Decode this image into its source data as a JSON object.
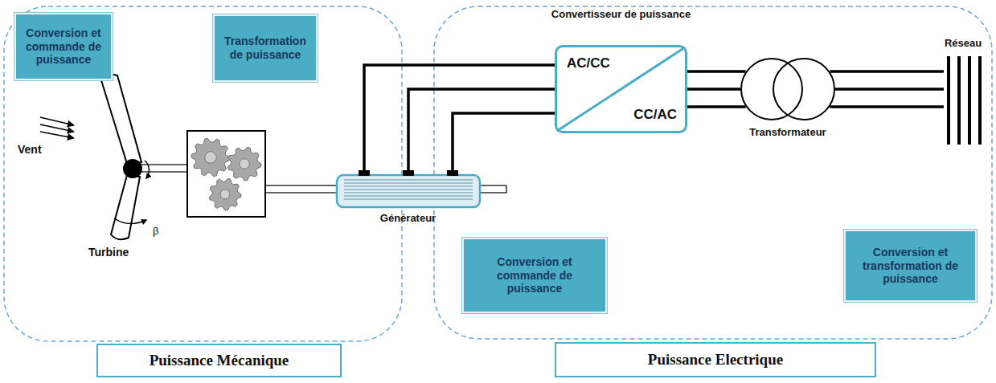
{
  "diagram": {
    "nodes": [
      {
        "text": [
          "Conversion et commande de puissance"
        ]
      },
      {
        "text": [
          "Transformation de puissance"
        ]
      },
      {
        "text": [
          "Convertisseur de puissance",
          "AC/CC",
          "CC/AC"
        ]
      },
      {
        "text": [
          "Générateur"
        ]
      },
      {
        "text": [
          "Transformateur"
        ]
      },
      {
        "text": [
          "Réseau"
        ]
      },
      {
        "text": [
          "Conversion et commande de puissance"
        ]
      },
      {
        "text": [
          "Conversion et transformation de puissance"
        ]
      },
      {
        "text": [
          "Puissance Mécanique"
        ]
      },
      {
        "text": [
          "Puissance Electrique"
        ]
      }
    ],
    "edges": [
      {
        "from": 3,
        "to": 2,
        "arrow": "none"
      },
      {
        "from": 2,
        "to": 4,
        "arrow": "none"
      },
      {
        "from": 4,
        "to": 5,
        "arrow": "none"
      }
    ],
    "labels": [
      "Vent",
      "Turbine",
      "β"
    ]
  }
}
